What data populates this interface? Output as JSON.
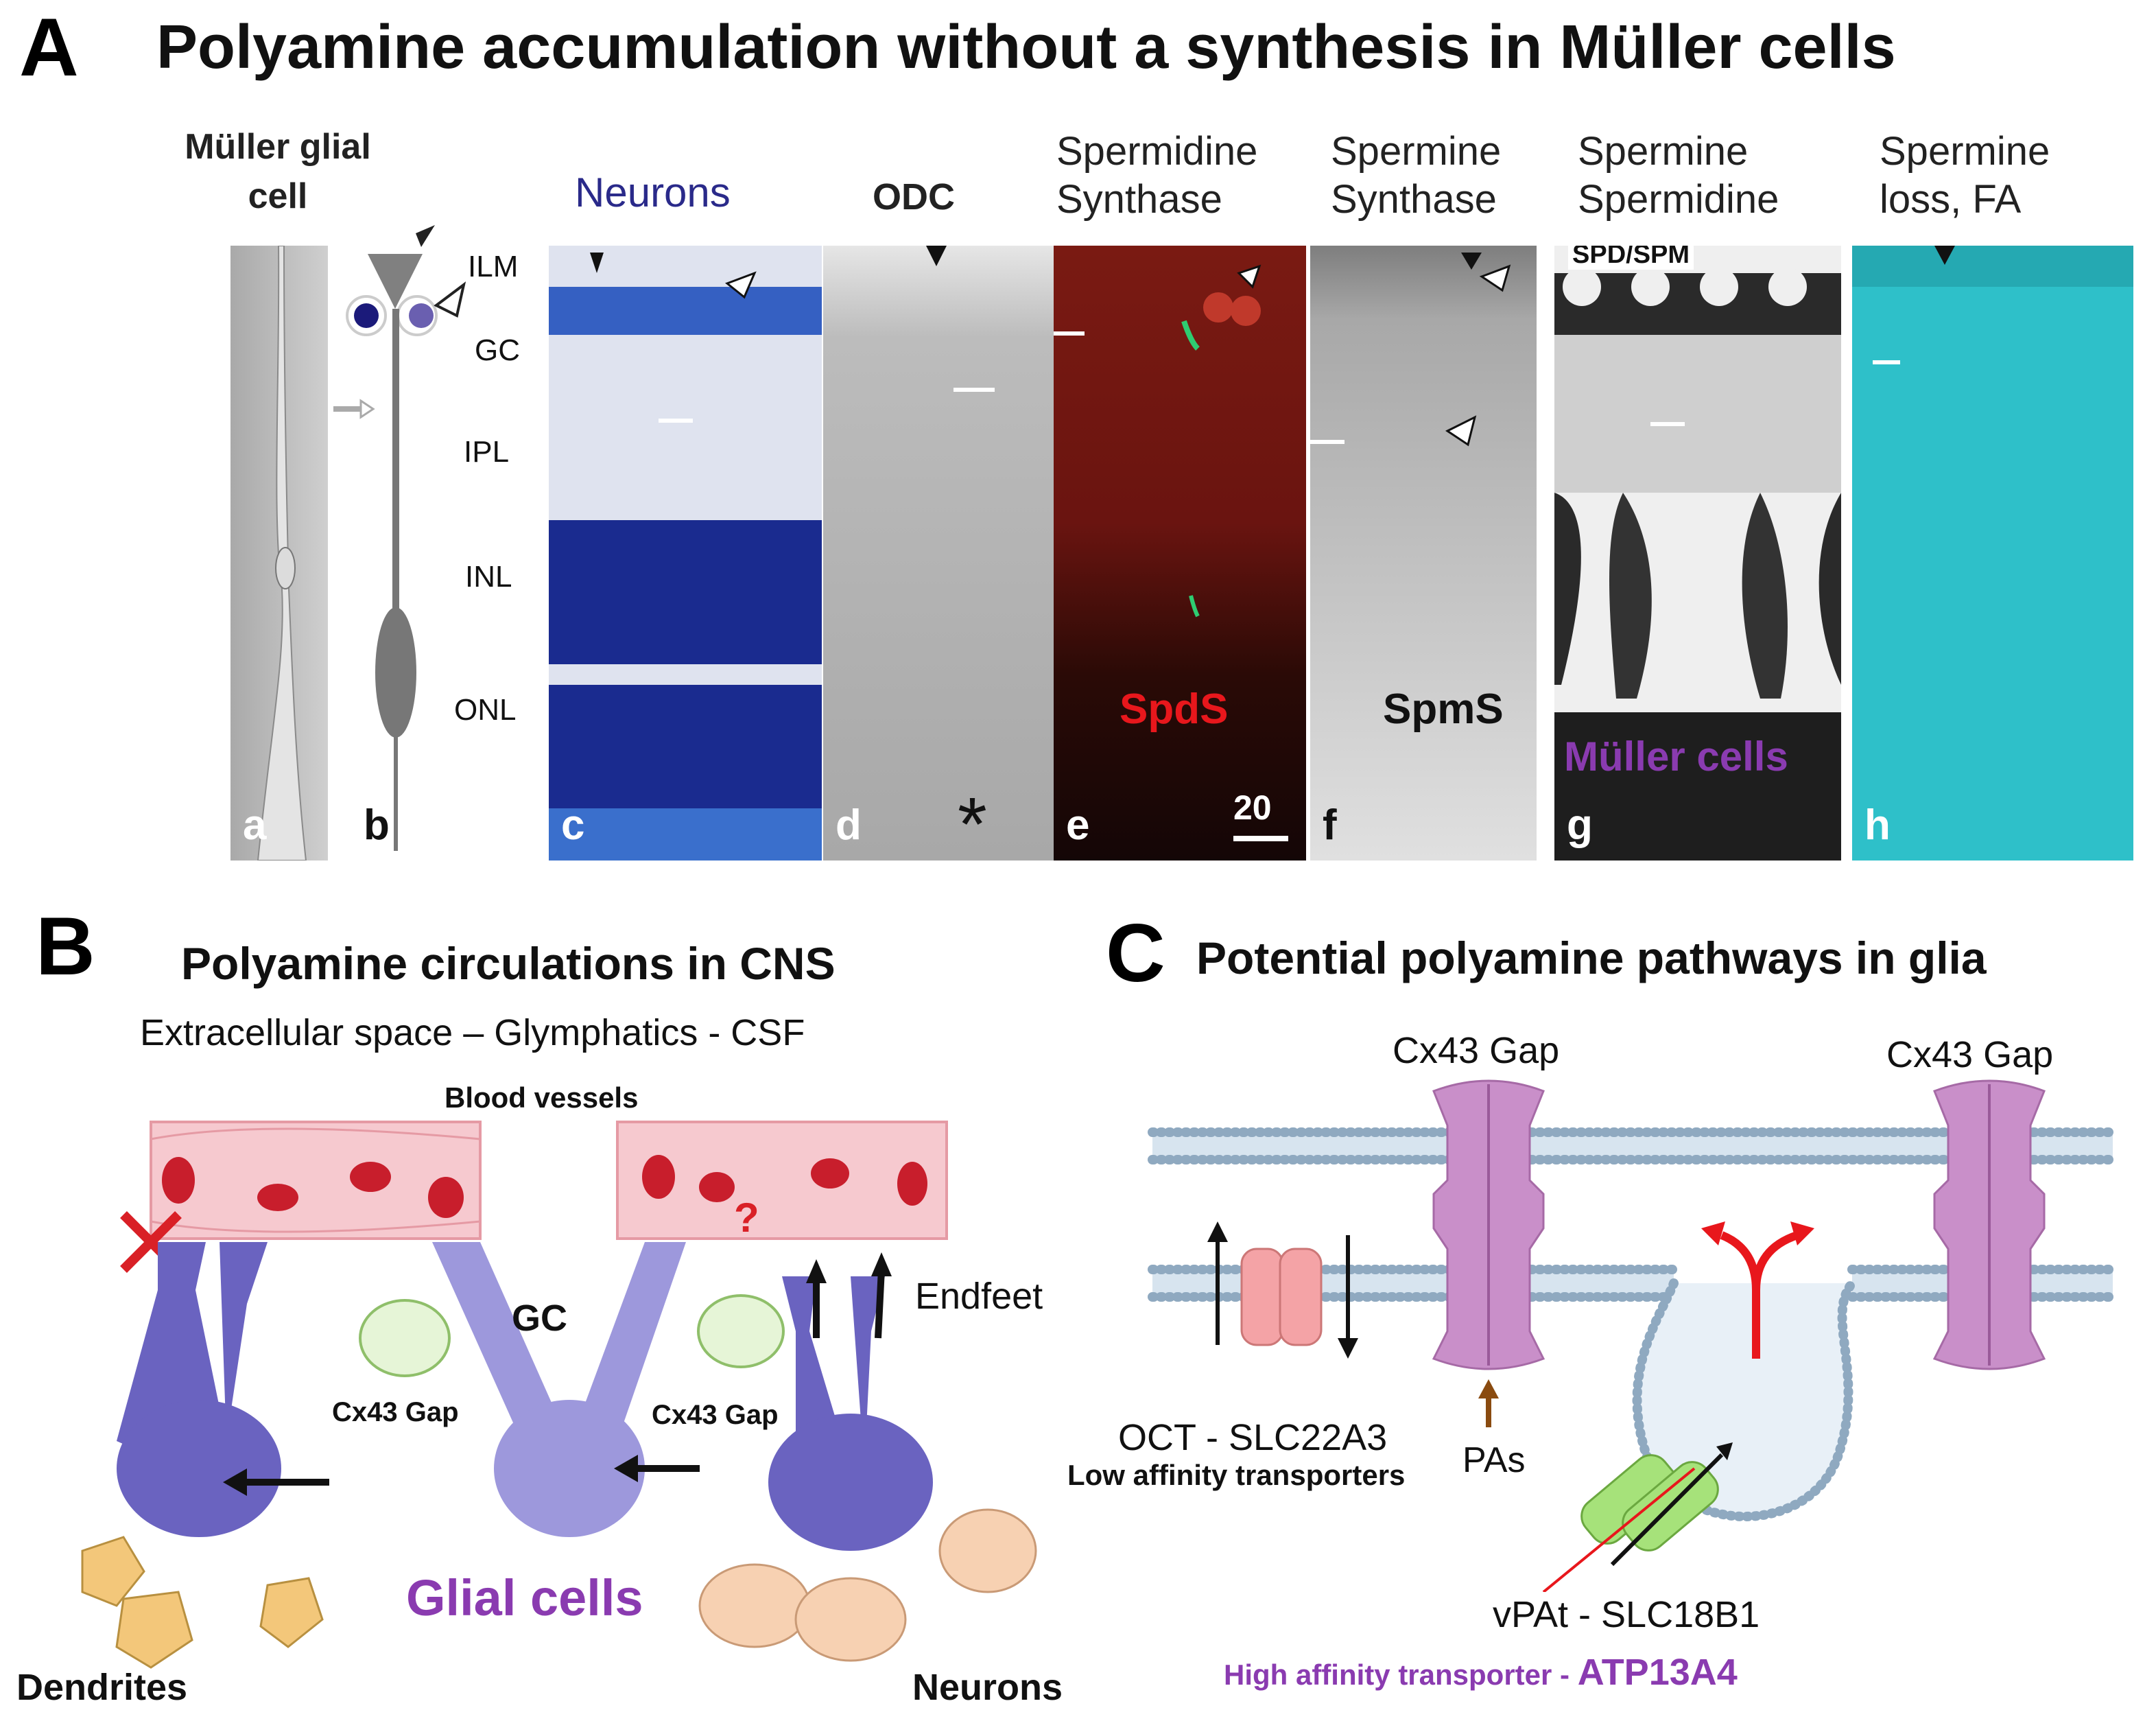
{
  "panel_a": {
    "letter": "A",
    "title": "Polyamine accumulation without a synthesis in Müller cells",
    "strips": [
      {
        "letter": "a",
        "header_lines": [
          "Müller glial",
          "cell"
        ]
      },
      {
        "letter": "b",
        "layers": [
          "ILM",
          "GC",
          "IPL",
          "INL",
          "ONL"
        ]
      },
      {
        "letter": "c",
        "header": "Neurons"
      },
      {
        "letter": "d",
        "header": "ODC",
        "mark": "*"
      },
      {
        "letter": "e",
        "header_lines": [
          "Spermidine",
          "Synthase"
        ],
        "inner_label": "SpdS",
        "scale": "20"
      },
      {
        "letter": "f",
        "header_lines": [
          "Spermine",
          "Synthase"
        ],
        "inner_label": "SpmS"
      },
      {
        "letter": "g",
        "header_lines": [
          "Spermine",
          "Spermidine"
        ],
        "top_label": "SPD/SPM",
        "inner_label": "Müller cells"
      },
      {
        "letter": "h",
        "header_lines": [
          "Spermine",
          "loss, FA"
        ]
      }
    ]
  },
  "panel_b": {
    "letter": "B",
    "title": "Polyamine circulations in CNS",
    "subtitle": "Extracellular space – Glymphatics - CSF",
    "blood_vessels": "Blood vessels",
    "gc": "GC",
    "endfeet": "Endfeet",
    "gap_left": "Cx43 Gap",
    "gap_right": "Cx43 Gap",
    "glial": "Glial cells",
    "dendrites": "Dendrites",
    "neurons": "Neurons",
    "question": "?"
  },
  "panel_c": {
    "letter": "C",
    "title": "Potential polyamine pathways in glia",
    "gap_1": "Cx43 Gap",
    "gap_2": "Cx43 Gap",
    "oct": "OCT - SLC22A3",
    "low_affinity": "Low affinity transporters",
    "pas": "PAs",
    "vpat": "vPAt - SLC18B1",
    "high_affinity": "High affinity transporter - ",
    "atp": "ATP13A4"
  },
  "colors": {
    "neuron_blue": "#1f2a8c",
    "spds_red": "#e8171c",
    "glial_purple": "#8a3bb0",
    "connexin": "#c98fc9",
    "teal": "#2bbcc6",
    "vessel_pink": "#f6c9cf"
  }
}
